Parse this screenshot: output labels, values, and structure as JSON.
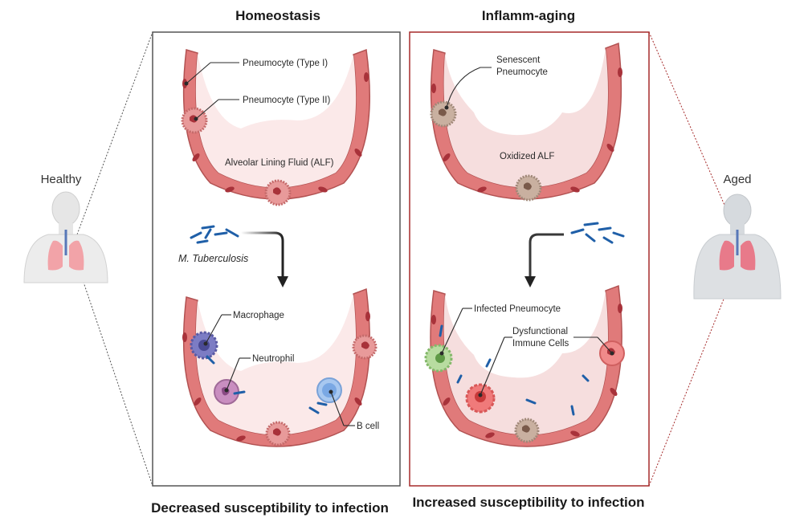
{
  "titles": {
    "left": "Homeostasis",
    "right": "Inflamm-aging"
  },
  "side_labels": {
    "left": "Healthy",
    "right": "Aged"
  },
  "homeostasis": {
    "top_labels": [
      "Pneumocyte (Type I)",
      "Pneumocyte (Type II)",
      "Alveolar Lining Fluid (ALF)"
    ],
    "pathogen": "M. Tuberculosis",
    "bottom_labels": [
      "Macrophage",
      "Neutrophil",
      "B cell"
    ]
  },
  "inflammaging": {
    "top_labels": [
      "Senescent",
      "Pneumocyte",
      "Oxidized ALF"
    ],
    "bottom_labels": [
      "Infected Pneumocyte",
      "Dysfunctional",
      "Immune Cells"
    ]
  },
  "footers": {
    "left": "Decreased susceptibility to infection",
    "right": "Increased susceptibility to infection"
  },
  "colors": {
    "homeostasis_border": "#555555",
    "inflammaging_border": "#a52a2a",
    "bacteria": "#1f5fa8",
    "alveolar_wall": "#e07a7a"
  }
}
